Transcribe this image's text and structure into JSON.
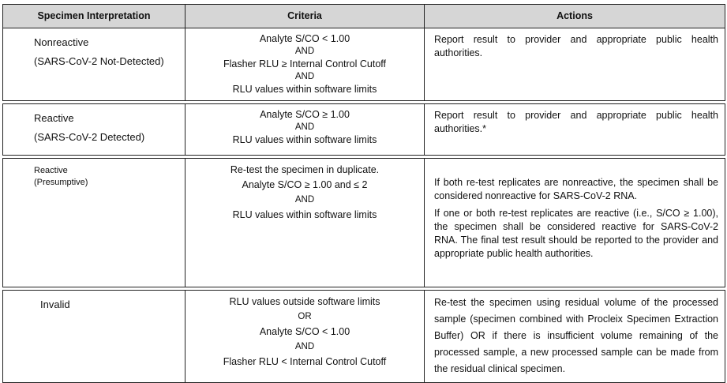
{
  "table": {
    "headers": {
      "specimen": "Specimen Interpretation",
      "criteria": "Criteria",
      "actions": "Actions"
    },
    "rows": [
      {
        "interpretation": [
          "Nonreactive",
          "(SARS-CoV-2 Not-Detected)"
        ],
        "criteria": [
          "Analyte S/CO < 1.00",
          "AND",
          "Flasher RLU ≥ Internal Control Cutoff",
          "AND",
          "RLU values within software limits"
        ],
        "actions": [
          "Report result to provider and appropriate public health authorities."
        ]
      },
      {
        "interpretation": [
          "Reactive",
          "(SARS-CoV-2 Detected)"
        ],
        "criteria": [
          "Analyte S/CO ≥ 1.00",
          "AND",
          "RLU values within software limits"
        ],
        "actions": [
          "Report result to provider and appropriate public health authorities.*"
        ]
      },
      {
        "interpretation": [
          "Reactive",
          "(Presumptive)"
        ],
        "criteria": [
          "Re-test the specimen in duplicate.",
          "Analyte S/CO ≥ 1.00 and  ≤ 2",
          "AND",
          "RLU values within software limits"
        ],
        "actions": [
          "If both re-test replicates are nonreactive, the specimen shall be considered nonreactive for SARS-CoV-2 RNA.",
          "If one or both re-test replicates are reactive (i.e., S/CO ≥ 1.00), the specimen shall be considered reactive for SARS-CoV-2 RNA. The final test result should be reported to the provider and appropriate public health authorities."
        ]
      },
      {
        "interpretation": [
          "Invalid"
        ],
        "criteria": [
          "RLU values outside software limits",
          "OR",
          "Analyte S/CO < 1.00",
          "AND",
          "Flasher RLU < Internal Control Cutoff"
        ],
        "actions": [
          "Re-test the specimen using residual volume of the processed sample (specimen combined with Procleix Specimen Extraction Buffer) OR if there is insufficient volume remaining of the processed sample, a new processed sample can be made from the residual clinical specimen."
        ]
      }
    ]
  }
}
